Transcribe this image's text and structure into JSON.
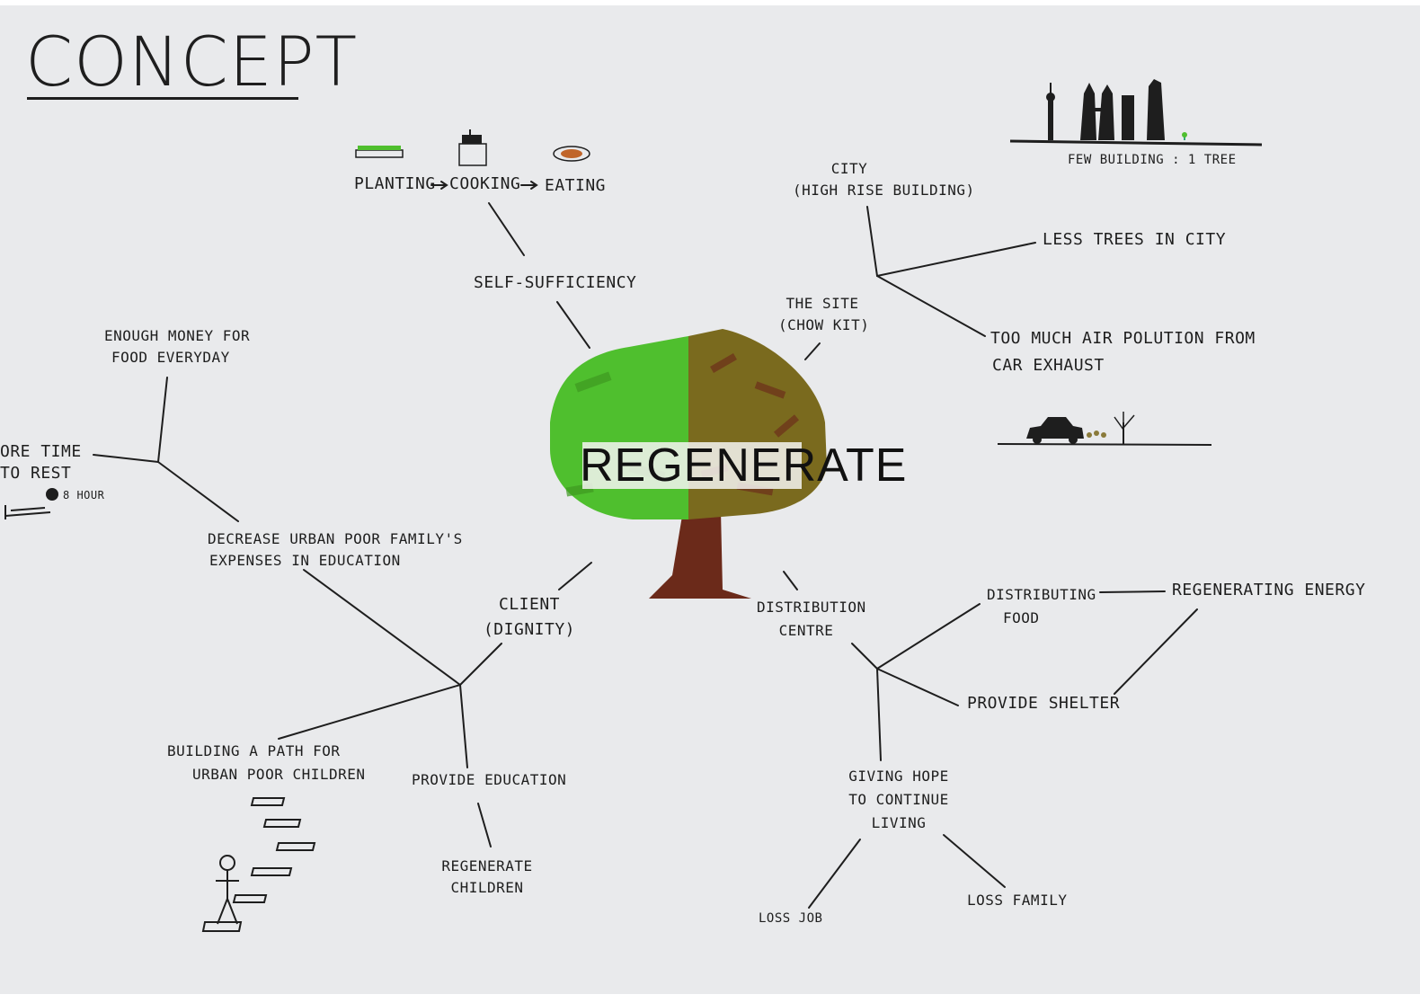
{
  "title": "CONCEPT",
  "center": "REGENERATE",
  "skyline_caption": "FEW BUILDING : 1 TREE",
  "branches": {
    "self_sufficiency": {
      "label": "SELF-SUFFICIENCY",
      "steps": [
        "PLANTING",
        "COOKING",
        "EATING"
      ]
    },
    "site": {
      "label_lines": [
        "THE SITE",
        "(CHOW KIT)"
      ],
      "city_lines": [
        "CITY",
        "(HIGH RISE BUILDING)"
      ],
      "less_trees": "LESS TREES IN CITY",
      "pollution_lines": [
        "TOO MUCH AIR POLUTION FROM",
        "CAR EXHAUST"
      ]
    },
    "distribution": {
      "label_lines": [
        "DISTRIBUTION",
        "CENTRE"
      ],
      "distributing_lines": [
        "DISTRIBUTING",
        "FOOD"
      ],
      "energy": "REGENERATING ENERGY",
      "shelter": "PROVIDE SHELTER",
      "hope_lines": [
        "GIVING HOPE",
        "TO CONTINUE",
        "LIVING"
      ],
      "loss_job": "LOSS JOB",
      "loss_family": "LOSS FAMILY"
    },
    "client": {
      "label_lines": [
        "CLIENT",
        "(DIGNITY)"
      ],
      "decrease_lines": [
        "DECREASE URBAN POOR FAMILY'S",
        "EXPENSES IN EDUCATION"
      ],
      "money_lines": [
        "ENOUGH MONEY FOR",
        "FOOD EVERYDAY"
      ],
      "rest_lines": [
        "ORE TIME",
        "TO REST"
      ],
      "hours": "8 HOUR",
      "path_lines": [
        "BUILDING A PATH FOR",
        "URBAN POOR CHILDREN"
      ],
      "education": "PROVIDE EDUCATION",
      "regen_children_lines": [
        "REGENERATE",
        "CHILDREN"
      ]
    }
  },
  "colors": {
    "paper": "#e9eaec",
    "ink": "#1e1e1e",
    "leaf_green": "#4fbf2e",
    "leaf_olive": "#7a6a1e",
    "trunk": "#6b2a1a"
  }
}
